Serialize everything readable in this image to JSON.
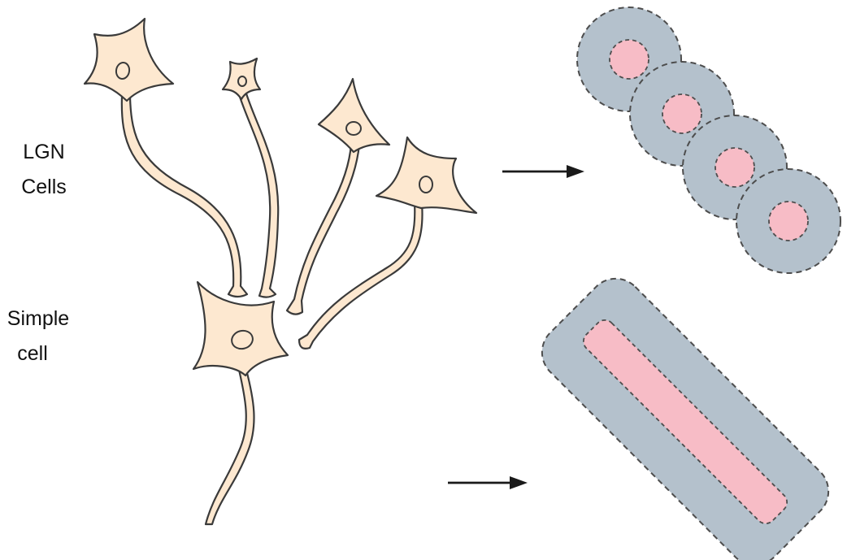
{
  "labels": {
    "lgn_line1": "LGN",
    "lgn_line2": "Cells",
    "simple_line1": "Simple",
    "simple_line2": "cell"
  },
  "colors": {
    "cell_fill": "#fde8d0",
    "cell_stroke": "#3a3a3a",
    "surround": "#b4c1cc",
    "center": "#f7bcc6",
    "dashed": "#4d4d4d",
    "arrow": "#1a1a1a"
  },
  "icons": [
    "lgn-neuron",
    "simple-cell-neuron",
    "circular-receptive-field",
    "elongated-receptive-field",
    "arrow-right"
  ]
}
